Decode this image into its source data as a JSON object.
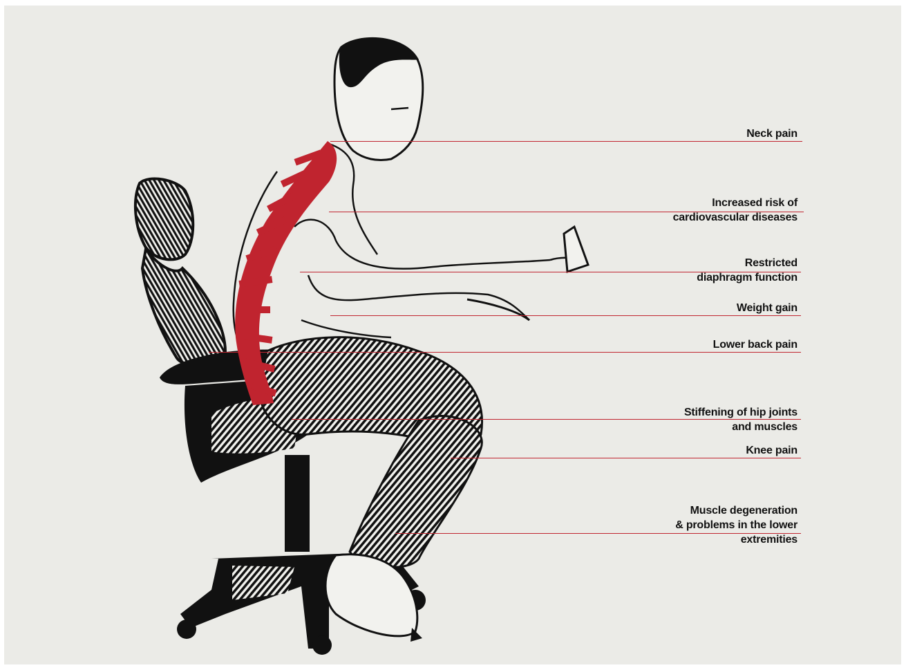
{
  "accent_color": "#c0242f",
  "ink_color": "#111111",
  "background_color": "#ebebe7",
  "labels": [
    {
      "text": "Neck pain"
    },
    {
      "text": "Increased risk of\ncardiovascular diseases"
    },
    {
      "text": "Restricted\ndiaphragm function"
    },
    {
      "text": "Weight gain"
    },
    {
      "text": "Lower back pain"
    },
    {
      "text": "Stiffening of hip joints\nand muscles"
    },
    {
      "text": "Knee pain"
    },
    {
      "text": "Muscle degeneration\n& problems in the lower\nextremities"
    }
  ]
}
